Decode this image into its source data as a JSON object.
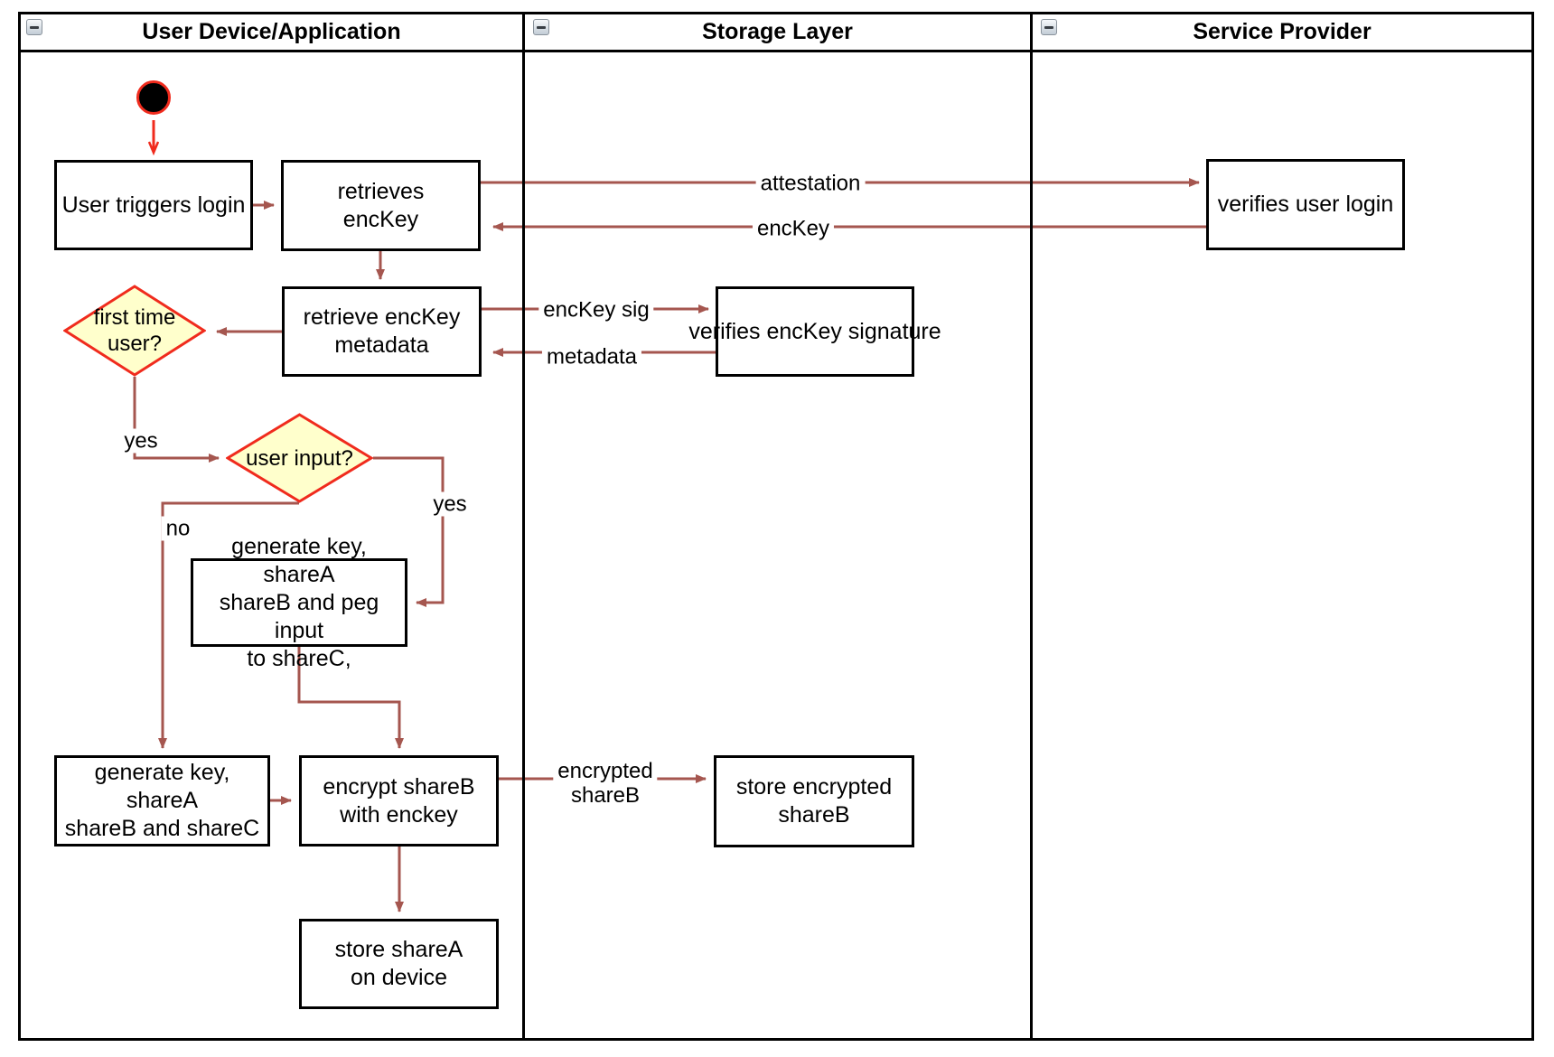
{
  "diagram": {
    "lanes": [
      {
        "title": "User Device/Application"
      },
      {
        "title": "Storage Layer"
      },
      {
        "title": "Service Provider"
      }
    ],
    "nodes": {
      "user_triggers_login": "User triggers login",
      "retrieves_enckey": "retrieves\nencKey",
      "verifies_user_login": "verifies user login",
      "retrieve_enckey_metadata": "retrieve encKey\nmetadata",
      "verifies_enckey_signature": "verifies encKey signature",
      "first_time_user": "first time\nuser?",
      "user_input": "user input?",
      "generate_key_peg_input": "generate key, shareA\nshareB and peg input\nto shareC,",
      "generate_key_sharec": "generate key, shareA\nshareB and shareC",
      "encrypt_shareb": "encrypt shareB\nwith enckey",
      "store_encrypted_shareb": "store encrypted\nshareB",
      "store_sharea": "store shareA\non device"
    },
    "edge_labels": {
      "attestation": "attestation",
      "enckey": "encKey",
      "enckey_sig": "encKey sig",
      "metadata": "metadata",
      "first_time_yes": "yes",
      "user_input_yes": "yes",
      "user_input_no": "no",
      "encrypted_shareb": "encrypted\nshareB"
    },
    "colors": {
      "arrow": "#a5564f",
      "start_red": "#f02b1d",
      "decision_fill": "#ffffcc",
      "decision_border": "#f02b1d"
    }
  }
}
